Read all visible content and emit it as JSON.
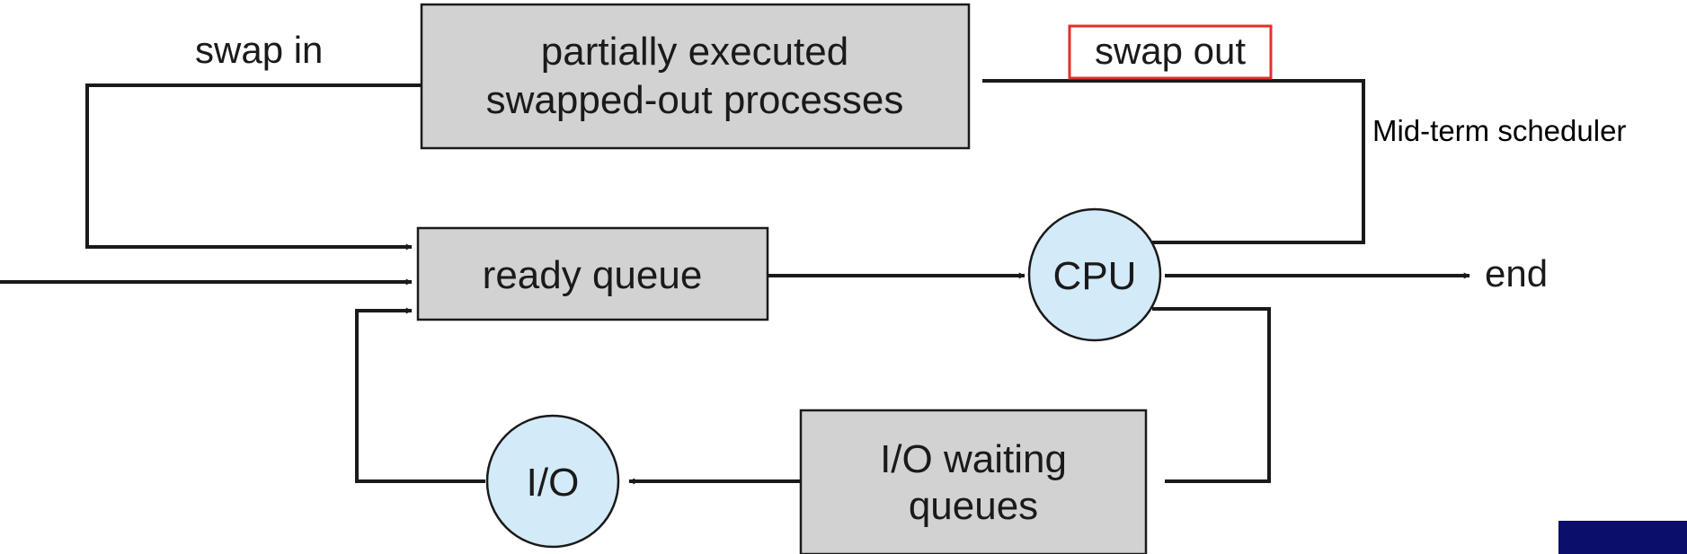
{
  "diagram": {
    "swapped_box": {
      "line1": "partially executed",
      "line2": "swapped-out processes"
    },
    "ready_queue": "ready queue",
    "cpu": "CPU",
    "io_node": "I/O",
    "io_waiting": {
      "line1": "I/O waiting",
      "line2": "queues"
    },
    "labels": {
      "swap_in": "swap in",
      "swap_out": "swap out",
      "mid_term": "Mid-term scheduler",
      "end": "end"
    },
    "colors": {
      "box_fill": "#d2d2d2",
      "node_fill": "#d3eaf8",
      "highlight": "#e2302a",
      "corner_block": "#0b0f6b"
    }
  }
}
